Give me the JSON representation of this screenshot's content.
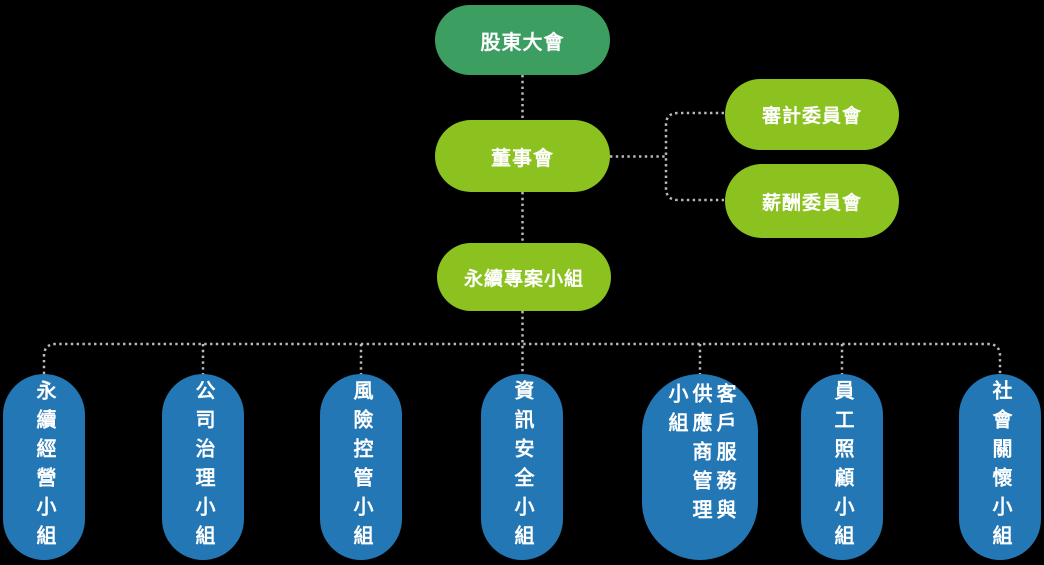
{
  "diagram": {
    "kind": "org-chart",
    "colors": {
      "dark_green": "#3d9e62",
      "light_green": "#8cc21f",
      "blue": "#2377b4",
      "connector": "#b9b9b9",
      "text": "#ffffff",
      "background": "#000000"
    },
    "nodes": {
      "shareholders": {
        "label": "股東大會"
      },
      "board": {
        "label": "董事會"
      },
      "audit_committee": {
        "label": "審計委員會"
      },
      "compensation_committee": {
        "label": "薪酬委員會"
      },
      "project_team": {
        "label": "永續專案小組"
      },
      "teams": [
        {
          "label": "永續經營小組"
        },
        {
          "label": "公司治理小組"
        },
        {
          "label": "風險控管小組"
        },
        {
          "label": "資訊安全小組"
        },
        {
          "label": "客戶服務與供應商管理小組"
        },
        {
          "label": "員工照顧小組"
        },
        {
          "label": "社會關懷小組"
        }
      ]
    }
  }
}
